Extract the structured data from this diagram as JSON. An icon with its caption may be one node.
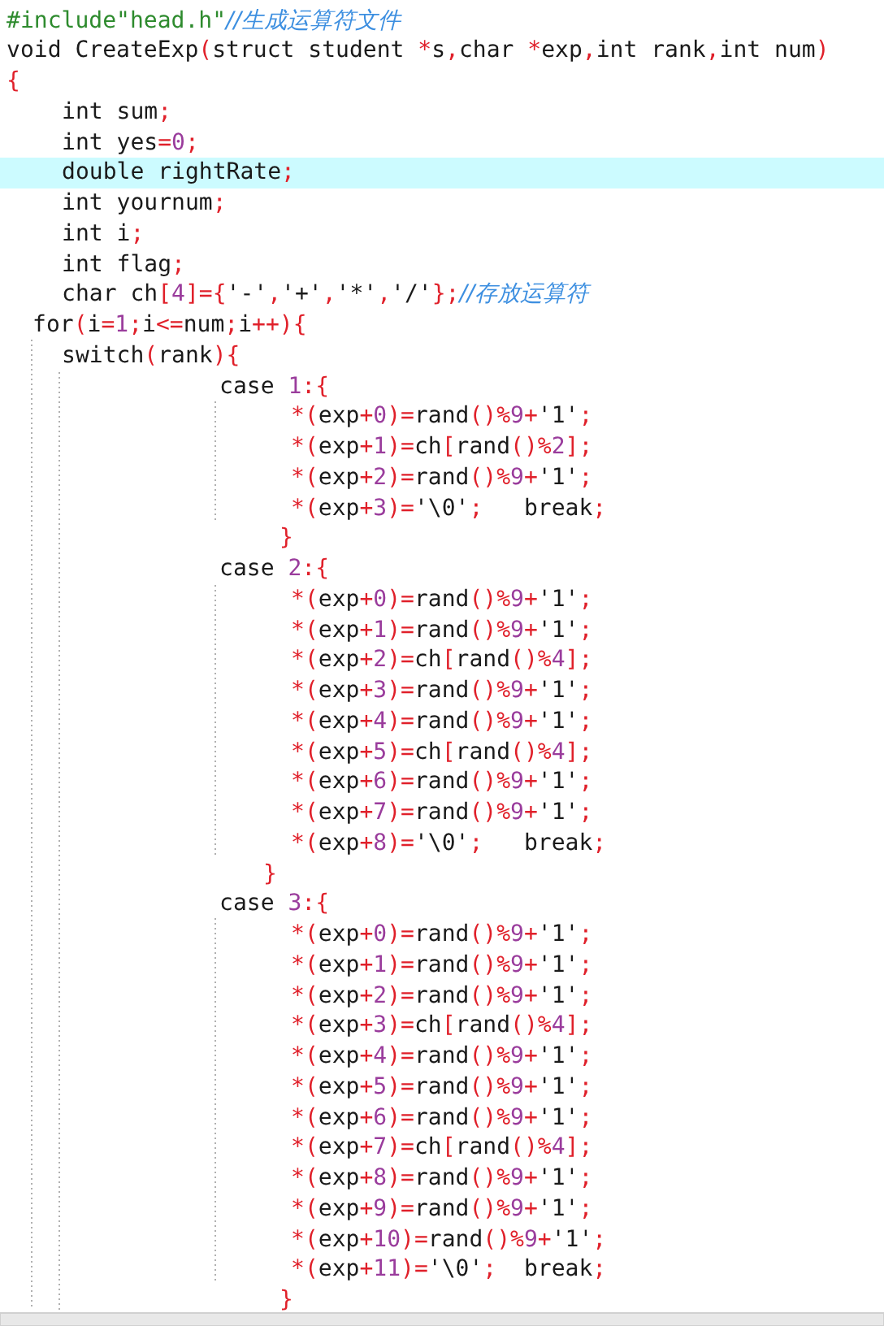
{
  "diagram": {
    "labels": [
      "#include\"head.h\"//生成运算符文件",
      "void CreateExp(struct student *s,char *exp,int rank,int num)",
      "{",
      "int sum;",
      "int yes=0;",
      "double rightRate;",
      "int yournum;",
      "int i;",
      "int flag;",
      "char ch[4]={'-','+','*','/'};//存放运算符",
      "for(i=1;i<=num;i++){",
      "switch(rank){",
      "case 1:{",
      "*(exp+0)=rand()%9+'1';",
      "*(exp+1)=ch[rand()%2];",
      "*(exp+2)=rand()%9+'1';",
      "*(exp+3)='\\0';   break;",
      "}",
      "case 2:{",
      "*(exp+0)=rand()%9+'1';",
      "*(exp+1)=rand()%9+'1';",
      "*(exp+2)=ch[rand()%4];",
      "*(exp+3)=rand()%9+'1';",
      "*(exp+4)=rand()%9+'1';",
      "*(exp+5)=ch[rand()%4];",
      "*(exp+6)=rand()%9+'1';",
      "*(exp+7)=rand()%9+'1';",
      "*(exp+8)='\\0';   break;",
      "}",
      "case 3:{",
      "*(exp+0)=rand()%9+'1';",
      "*(exp+1)=rand()%9+'1';",
      "*(exp+2)=rand()%9+'1';",
      "*(exp+3)=ch[rand()%4];",
      "*(exp+4)=rand()%9+'1';",
      "*(exp+5)=rand()%9+'1';",
      "*(exp+6)=rand()%9+'1';",
      "*(exp+7)=ch[rand()%4];",
      "*(exp+8)=rand()%9+'1';",
      "*(exp+9)=rand()%9+'1';",
      "*(exp+10)=rand()%9+'1';",
      "*(exp+11)='\\0';  break;",
      "}"
    ]
  }
}
